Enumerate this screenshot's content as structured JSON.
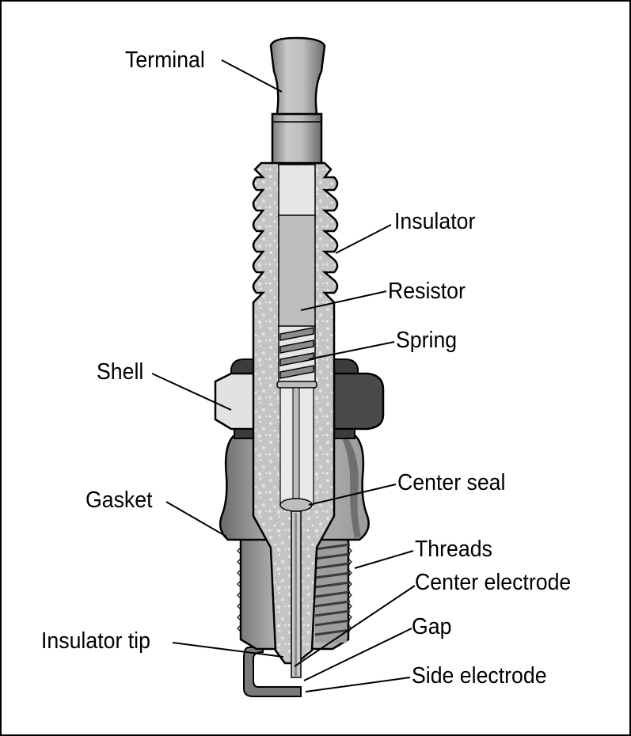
{
  "labels": {
    "terminal": "Terminal",
    "insulator": "Insulator",
    "resistor": "Resistor",
    "spring": "Spring",
    "shell": "Shell",
    "center_seal": "Center seal",
    "gasket": "Gasket",
    "threads": "Threads",
    "center_electrode": "Center electrode",
    "gap": "Gap",
    "insulator_tip": "Insulator tip",
    "side_electrode": "Side electrode"
  },
  "colors": {
    "outline": "#000000",
    "porcelain": "#c8c8c8",
    "metal_light": "#d9d9d9",
    "metal_mid": "#a8a8a8",
    "metal_dark": "#555555",
    "core_light": "#e6e6e6",
    "resistor": "#bdbdbd"
  }
}
